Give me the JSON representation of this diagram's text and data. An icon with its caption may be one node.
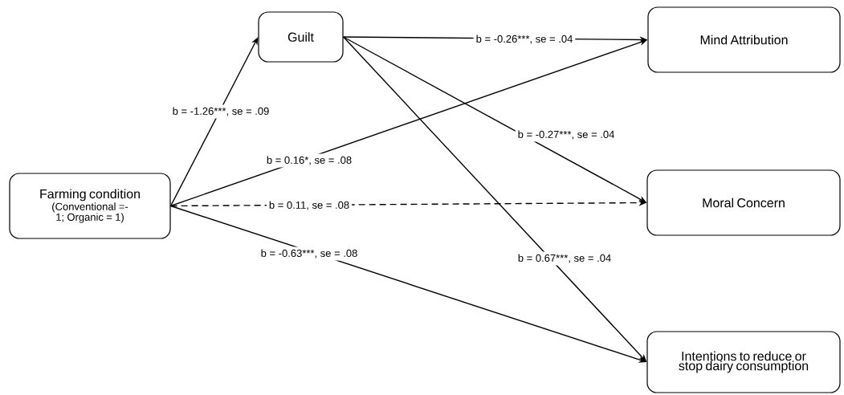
{
  "diagram": {
    "nodes": [
      {
        "text": [
          "Farming condition",
          "(Conventional =-1; Organic = 1)"
        ]
      },
      {
        "text": [
          "Guilt"
        ]
      },
      {
        "text": [
          "Mind Attribution"
        ]
      },
      {
        "text": [
          "Moral Concern"
        ]
      },
      {
        "text": [
          "Intentions to reduce or stop dairy consumption"
        ]
      }
    ],
    "edges": [
      {
        "from": 0,
        "to": 1,
        "arrow": "to",
        "label": "b = -1.26***, se = .09"
      },
      {
        "from": 1,
        "to": 2,
        "arrow": "to",
        "label": "b = -0.26***, se = .04"
      },
      {
        "from": 0,
        "to": 2,
        "arrow": "to",
        "label": "b = 0.16*, se = .08"
      },
      {
        "from": 1,
        "to": 3,
        "arrow": "to",
        "label": "b = -0.27***, se = .04"
      },
      {
        "from": 0,
        "to": 3,
        "arrow": "to",
        "label": "b = 0.11, se = .08",
        "style": "dashed"
      },
      {
        "from": 1,
        "to": 4,
        "arrow": "to",
        "label": "b = 0.67***, se = .04"
      },
      {
        "from": 0,
        "to": 4,
        "arrow": "to",
        "label": "b = -0.63***, se = .08"
      }
    ]
  }
}
